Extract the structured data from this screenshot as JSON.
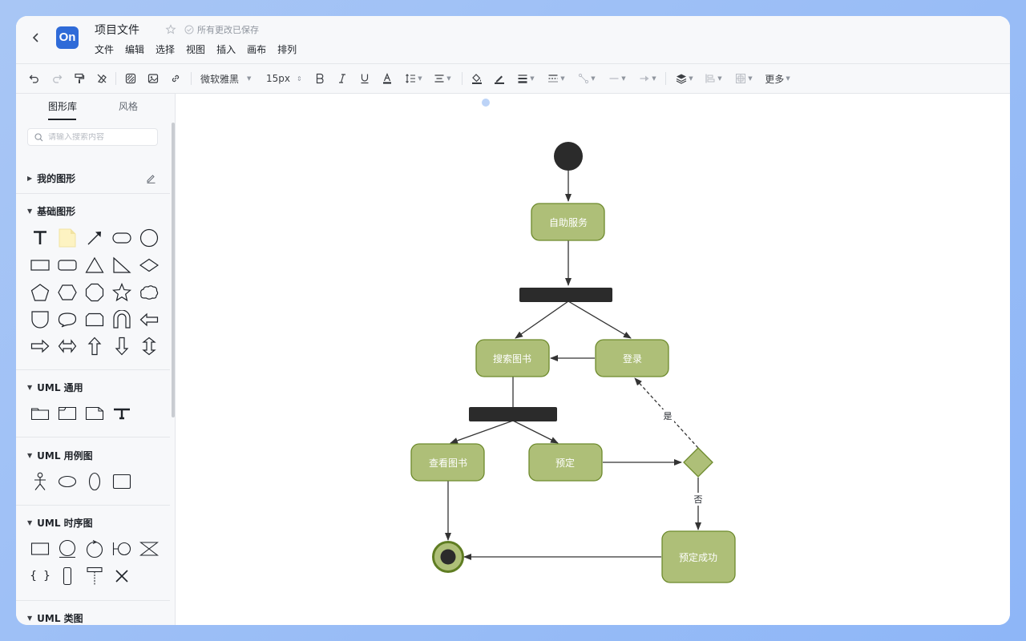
{
  "header": {
    "title": "项目文件",
    "save_status": "所有更改已保存",
    "menu": [
      "文件",
      "编辑",
      "选择",
      "视图",
      "插入",
      "画布",
      "排列"
    ],
    "logo_text": "On"
  },
  "toolbar": {
    "font_family": "微软雅黑",
    "font_size": "15px",
    "more_label": "更多"
  },
  "sidebar": {
    "tabs": [
      "图形库",
      "风格"
    ],
    "search_placeholder": "请输入搜索内容",
    "sections": {
      "my_shapes": "我的图形",
      "basic": "基础图形",
      "uml_general": "UML 通用",
      "uml_usecase": "UML 用例图",
      "uml_sequence": "UML 时序图",
      "uml_class": "UML 类图"
    }
  },
  "diagram": {
    "nodes": {
      "self_service": "自助服务",
      "search_books": "搜索图书",
      "login": "登录",
      "view_books": "查看图书",
      "reserve": "预定",
      "reserve_success": "预定成功"
    },
    "edges": {
      "yes": "是",
      "no": "否"
    },
    "colors": {
      "activity_fill": "#aebf78",
      "activity_stroke": "#6d8a2c",
      "bar_fill": "#2b2b2b",
      "edge": "#333333"
    }
  }
}
